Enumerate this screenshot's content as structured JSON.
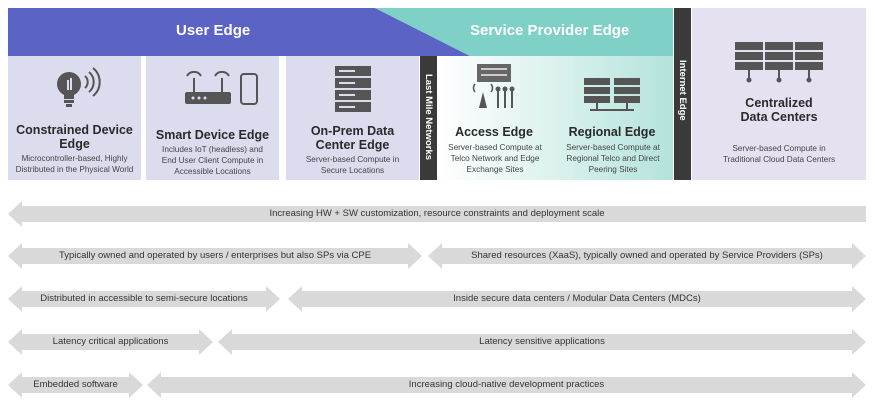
{
  "banner": {
    "user_edge": "User Edge",
    "service_provider_edge": "Service Provider Edge",
    "colors": {
      "user": "#5b63c4",
      "provider": "#7fd0c6",
      "cloud": "#e6e1f1"
    }
  },
  "columns": {
    "constrained": {
      "title": "Constrained Device Edge",
      "desc": "Microcontroller-based, Highly Distributed in the Physical World",
      "icon": "smart-bulb-icon"
    },
    "smart": {
      "title": "Smart Device Edge",
      "desc": "Includes IoT (headless) and End User Client Compute in Accessible Locations",
      "icon": "router-phone-icon"
    },
    "onprem": {
      "title": "On-Prem Data Center Edge",
      "desc": "Server-based Compute in Secure Locations",
      "icon": "server-rack-icon"
    },
    "access": {
      "title": "Access Edge",
      "desc": "Server-based Compute at Telco Network and Edge Exchange Sites",
      "icon": "cell-tower-icon"
    },
    "regional": {
      "title": "Regional Edge",
      "desc": "Server-based Compute at Regional Telco and Direct Peering Sites",
      "icon": "server-cluster-icon"
    },
    "central": {
      "title": "Centralized Data Centers",
      "desc": "Server-based Compute in Traditional Cloud Data Centers",
      "icon": "data-center-icon"
    }
  },
  "dividers": {
    "last_mile": "Last Mile Networks",
    "internet_edge": "Internet Edge"
  },
  "arrows": {
    "scale": "Increasing HW + SW customization, resource constraints and deployment scale",
    "owned_users": "Typically owned and operated by users / enterprises but also SPs via CPE",
    "shared_sp": "Shared resources (XaaS), typically owned and operated by Service Providers (SPs)",
    "distributed": "Distributed in accessible to semi-secure locations",
    "secure_dc": "Inside secure data centers / Modular Data Centers (MDCs)",
    "latency_critical": "Latency critical applications",
    "latency_sensitive": "Latency sensitive applications",
    "embedded": "Embedded software",
    "cloud_native": "Increasing cloud-native development practices"
  }
}
